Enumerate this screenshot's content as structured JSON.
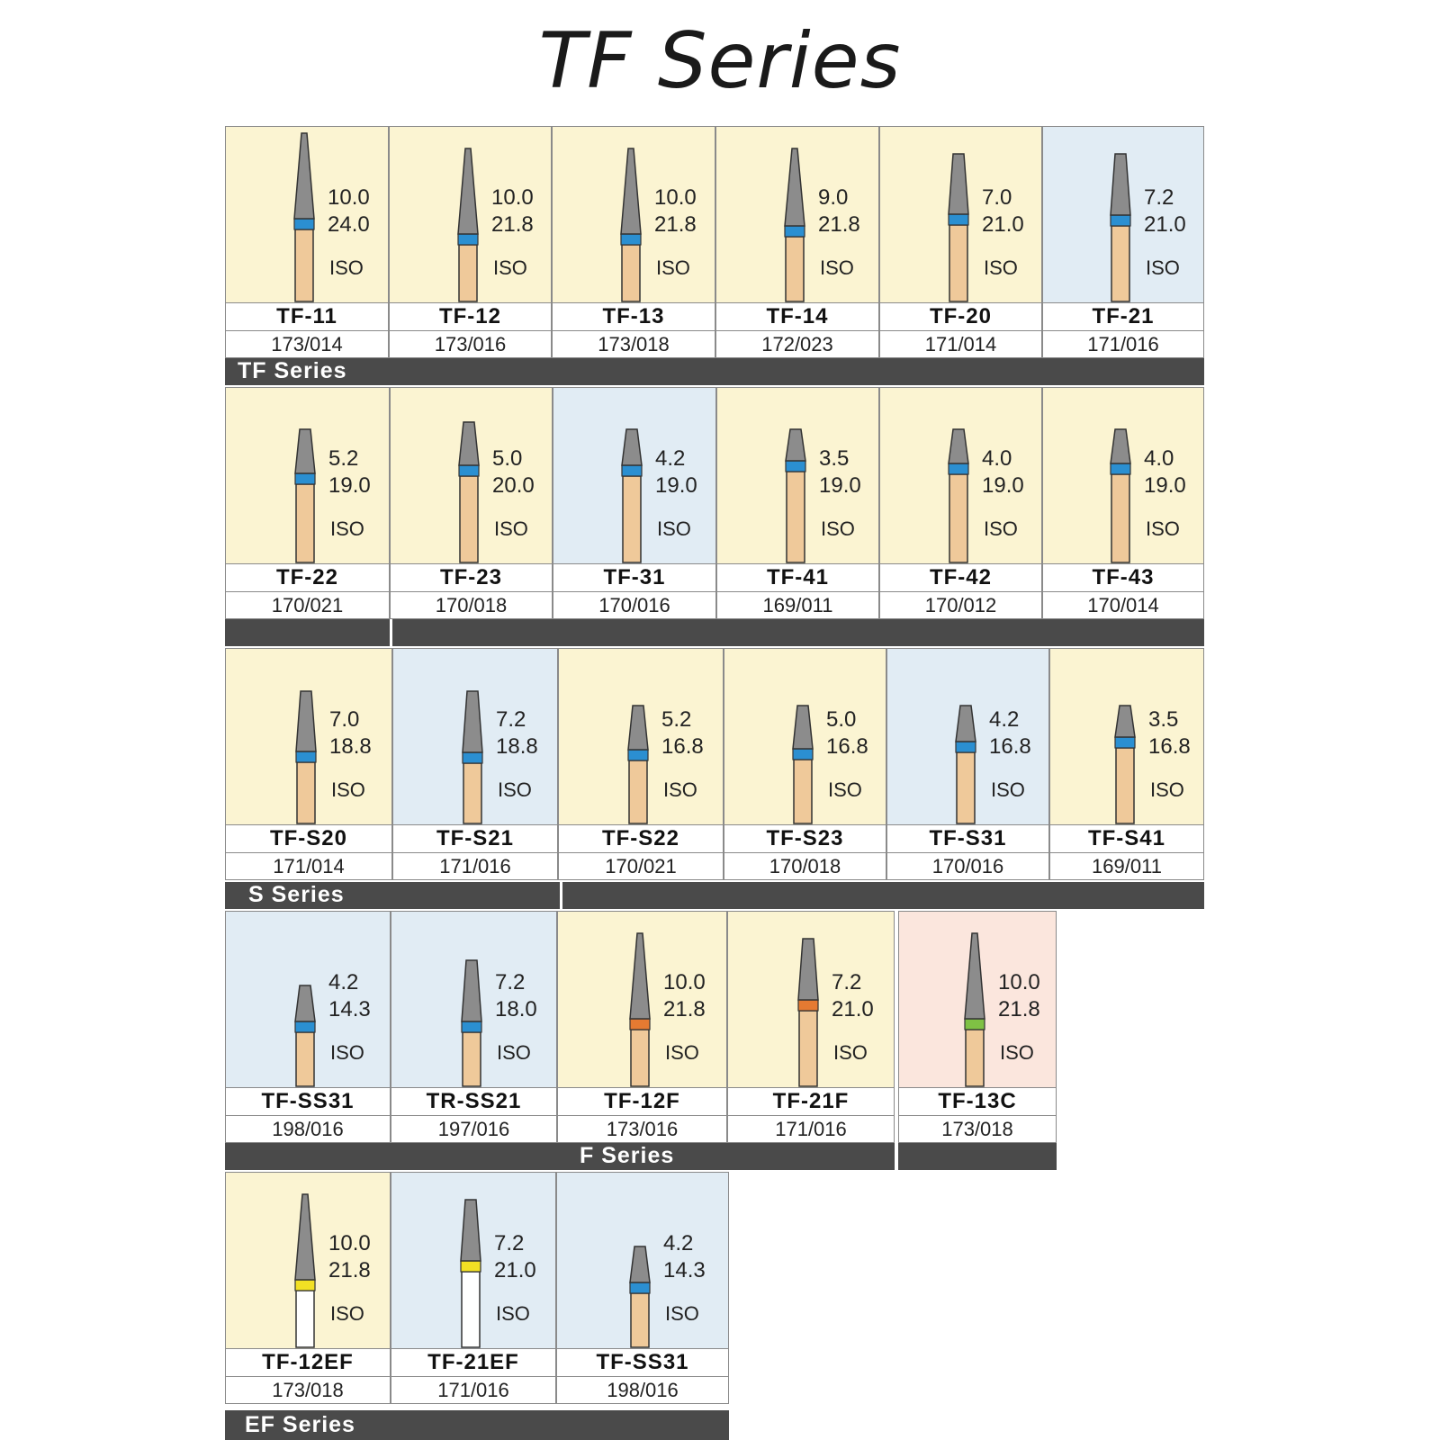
{
  "title": "TF Series",
  "iso_label": "ISO",
  "colors": {
    "bg_yellow": "#fbf4d2",
    "bg_blue": "#e1ecf4",
    "bg_pink": "#fbe6dd",
    "band": "#4a4a4a",
    "head_gray": "#8c8c8c",
    "shank": "#efc99a",
    "ring_blue": "#2b8fd1",
    "ring_orange": "#e57a32",
    "ring_green": "#7fc144",
    "ring_yellow": "#f2e024"
  },
  "series": {
    "tf": "TF Series",
    "s": "S Series",
    "f": "F Series",
    "ef": "EF Series"
  },
  "rows": [
    {
      "items": [
        {
          "name": "TF-11",
          "code": "173/014",
          "len1": "10.0",
          "len2": "24.0",
          "bg": "yellow",
          "ring": "blue"
        },
        {
          "name": "TF-12",
          "code": "173/016",
          "len1": "10.0",
          "len2": "21.8",
          "bg": "yellow",
          "ring": "blue"
        },
        {
          "name": "TF-13",
          "code": "173/018",
          "len1": "10.0",
          "len2": "21.8",
          "bg": "yellow",
          "ring": "blue"
        },
        {
          "name": "TF-14",
          "code": "172/023",
          "len1": "9.0",
          "len2": "21.8",
          "bg": "yellow",
          "ring": "blue"
        },
        {
          "name": "TF-20",
          "code": "171/014",
          "len1": "7.0",
          "len2": "21.0",
          "bg": "yellow",
          "ring": "blue"
        },
        {
          "name": "TF-21",
          "code": "171/016",
          "len1": "7.2",
          "len2": "21.0",
          "bg": "blue",
          "ring": "blue"
        }
      ]
    },
    {
      "items": [
        {
          "name": "TF-22",
          "code": "170/021",
          "len1": "5.2",
          "len2": "19.0",
          "bg": "yellow",
          "ring": "blue"
        },
        {
          "name": "TF-23",
          "code": "170/018",
          "len1": "5.0",
          "len2": "20.0",
          "bg": "yellow",
          "ring": "blue"
        },
        {
          "name": "TF-31",
          "code": "170/016",
          "len1": "4.2",
          "len2": "19.0",
          "bg": "blue",
          "ring": "blue"
        },
        {
          "name": "TF-41",
          "code": "169/011",
          "len1": "3.5",
          "len2": "19.0",
          "bg": "yellow",
          "ring": "blue"
        },
        {
          "name": "TF-42",
          "code": "170/012",
          "len1": "4.0",
          "len2": "19.0",
          "bg": "yellow",
          "ring": "blue"
        },
        {
          "name": "TF-43",
          "code": "170/014",
          "len1": "4.0",
          "len2": "19.0",
          "bg": "yellow",
          "ring": "blue"
        }
      ]
    },
    {
      "items": [
        {
          "name": "TF-S20",
          "code": "171/014",
          "len1": "7.0",
          "len2": "18.8",
          "bg": "yellow",
          "ring": "blue"
        },
        {
          "name": "TF-S21",
          "code": "171/016",
          "len1": "7.2",
          "len2": "18.8",
          "bg": "blue",
          "ring": "blue"
        },
        {
          "name": "TF-S22",
          "code": "170/021",
          "len1": "5.2",
          "len2": "16.8",
          "bg": "yellow",
          "ring": "blue"
        },
        {
          "name": "TF-S23",
          "code": "170/018",
          "len1": "5.0",
          "len2": "16.8",
          "bg": "yellow",
          "ring": "blue"
        },
        {
          "name": "TF-S31",
          "code": "170/016",
          "len1": "4.2",
          "len2": "16.8",
          "bg": "blue",
          "ring": "blue"
        },
        {
          "name": "TF-S41",
          "code": "169/011",
          "len1": "3.5",
          "len2": "16.8",
          "bg": "yellow",
          "ring": "blue"
        }
      ]
    },
    {
      "items": [
        {
          "name": "TF-SS31",
          "code": "198/016",
          "len1": "4.2",
          "len2": "14.3",
          "bg": "blue",
          "ring": "blue"
        },
        {
          "name": "TR-SS21",
          "code": "197/016",
          "len1": "7.2",
          "len2": "18.0",
          "bg": "blue",
          "ring": "blue"
        },
        {
          "name": "TF-12F",
          "code": "173/016",
          "len1": "10.0",
          "len2": "21.8",
          "bg": "yellow",
          "ring": "orange"
        },
        {
          "name": "TF-21F",
          "code": "171/016",
          "len1": "7.2",
          "len2": "21.0",
          "bg": "yellow",
          "ring": "orange"
        },
        {
          "name": "TF-13C",
          "code": "173/018",
          "len1": "10.0",
          "len2": "21.8",
          "bg": "pink",
          "ring": "green"
        }
      ]
    },
    {
      "items": [
        {
          "name": "TF-12EF",
          "code": "173/018",
          "len1": "10.0",
          "len2": "21.8",
          "bg": "yellow",
          "ring": "yellow"
        },
        {
          "name": "TF-21EF",
          "code": "171/016",
          "len1": "7.2",
          "len2": "21.0",
          "bg": "blue",
          "ring": "yellow"
        },
        {
          "name": "TF-SS31",
          "code": "198/016",
          "len1": "4.2",
          "len2": "14.3",
          "bg": "blue",
          "ring": "blue"
        }
      ]
    }
  ]
}
